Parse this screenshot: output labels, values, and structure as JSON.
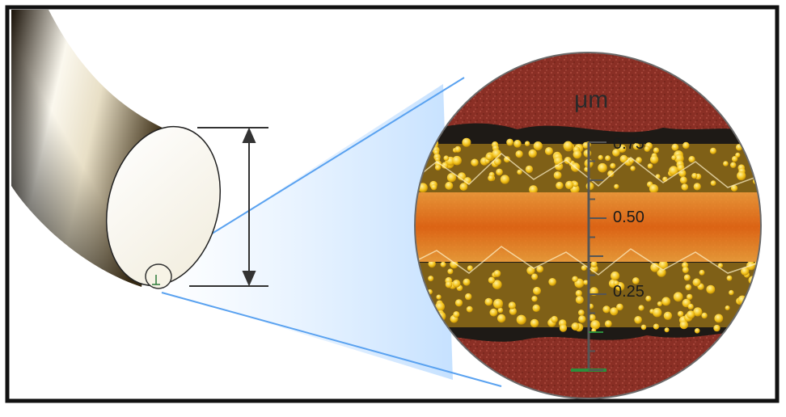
{
  "scale": {
    "unit": "μm",
    "tick_labels": [
      "0.75",
      "0.50",
      "0.25"
    ],
    "tick_values": [
      0.75,
      0.5,
      0.25
    ],
    "range": [
      0,
      0.75
    ]
  },
  "colors": {
    "frame": "#111111",
    "zoom_lines": "#5aa2f0",
    "outer_layer": "#8a2f25",
    "dark_band": "#1e1a16",
    "particle": "#f3c21a",
    "core_layer": "#e8761c",
    "scale_base": "#2c8f3c"
  }
}
